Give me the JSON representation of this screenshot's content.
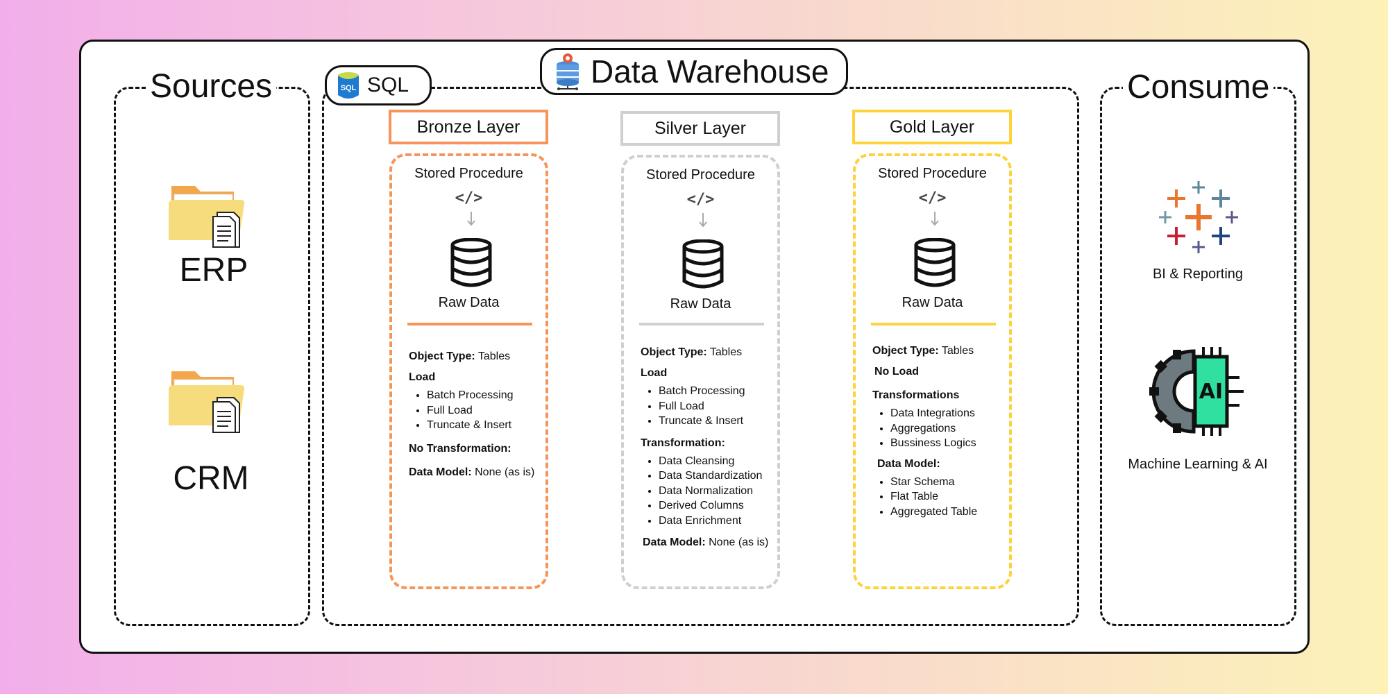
{
  "sources": {
    "title": "Sources",
    "items": [
      {
        "label": "ERP",
        "icon": "folder-document-icon"
      },
      {
        "label": "CRM",
        "icon": "folder-document-icon"
      }
    ]
  },
  "warehouse": {
    "title": "Data Warehouse",
    "sql_label": "SQL",
    "sql_badge": "SQL"
  },
  "layers": [
    {
      "name": "Bronze Layer",
      "color": "#f7945a",
      "procedure": "Stored Procedure",
      "code_icon": "</>",
      "storage": "Raw Data",
      "object_type_label": "Object Type:",
      "object_type_value": "Tables",
      "load_label": "Load",
      "load_items": [
        "Batch Processing",
        "Full Load",
        "Truncate & Insert"
      ],
      "transform_label": "No Transformation:",
      "model_label": "Data Model:",
      "model_value": "None (as is)"
    },
    {
      "name": "Silver Layer",
      "color": "#cfcfcf",
      "procedure": "Stored Procedure",
      "code_icon": "</>",
      "storage": "Raw Data",
      "object_type_label": "Object Type:",
      "object_type_value": "Tables",
      "load_label": "Load",
      "load_items": [
        "Batch Processing",
        "Full Load",
        "Truncate & Insert"
      ],
      "transform_label": "Transformation:",
      "transform_items": [
        "Data Cleansing",
        "Data Standardization",
        "Data Normalization",
        "Derived Columns",
        "Data Enrichment"
      ],
      "model_label": "Data Model:",
      "model_value": "None (as is)"
    },
    {
      "name": "Gold Layer",
      "color": "#fcd33b",
      "procedure": "Stored Procedure",
      "code_icon": "</>",
      "storage": "Raw Data",
      "object_type_label": "Object Type:",
      "object_type_value": "Tables",
      "load_label": "No Load",
      "transform_label": "Transformations",
      "transform_items": [
        "Data Integrations",
        "Aggregations",
        "Bussiness Logics"
      ],
      "model_label": "Data Model:",
      "model_items": [
        "Star Schema",
        "Flat Table",
        "Aggregated Table"
      ]
    }
  ],
  "consume": {
    "title": "Consume",
    "items": [
      {
        "label": "BI & Reporting",
        "icon": "tableau-icon"
      },
      {
        "label": "Machine Learning & AI",
        "icon": "ai-gear-chip-icon",
        "icon_text": "AI"
      }
    ]
  }
}
